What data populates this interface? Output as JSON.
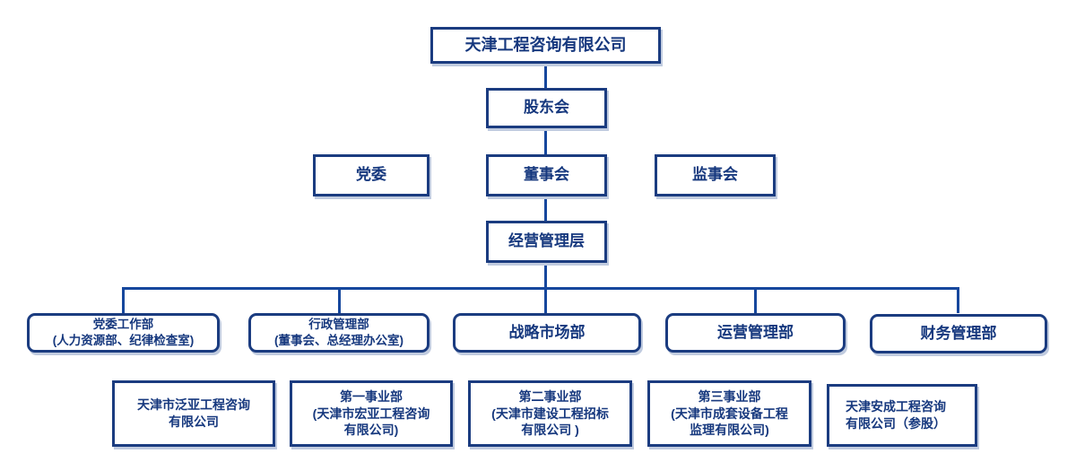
{
  "colors": {
    "border": "#1b3c80",
    "line": "#16479d",
    "text": "#16387e",
    "shadow": "#c0cbdf",
    "background": "#ffffff"
  },
  "org": {
    "root": {
      "label": "天津工程咨询有限公司"
    },
    "shareholders": {
      "label": "股东会"
    },
    "party": {
      "label": "党委"
    },
    "board": {
      "label": "董事会"
    },
    "supervisory": {
      "label": "监事会"
    },
    "management": {
      "label": "经营管理层"
    },
    "departments": [
      {
        "label": "党委工作部\n(人力资源部、纪律检查室)"
      },
      {
        "label": "行政管理部\n(董事会、总经理办公室)"
      },
      {
        "label": "战略市场部"
      },
      {
        "label": "运营管理部"
      },
      {
        "label": "财务管理部"
      }
    ],
    "subsidiaries": [
      {
        "label": "天津市泛亚工程咨询\n有限公司"
      },
      {
        "label": "第一事业部\n(天津市宏亚工程咨询\n有限公司)"
      },
      {
        "label": "第二事业部\n(天津市建设工程招标\n有限公司 )"
      },
      {
        "label": "第三事业部\n(天津市成套设备工程\n监理有限公司)"
      },
      {
        "label": "天津安成工程咨询\n有限公司（参股）"
      }
    ]
  }
}
